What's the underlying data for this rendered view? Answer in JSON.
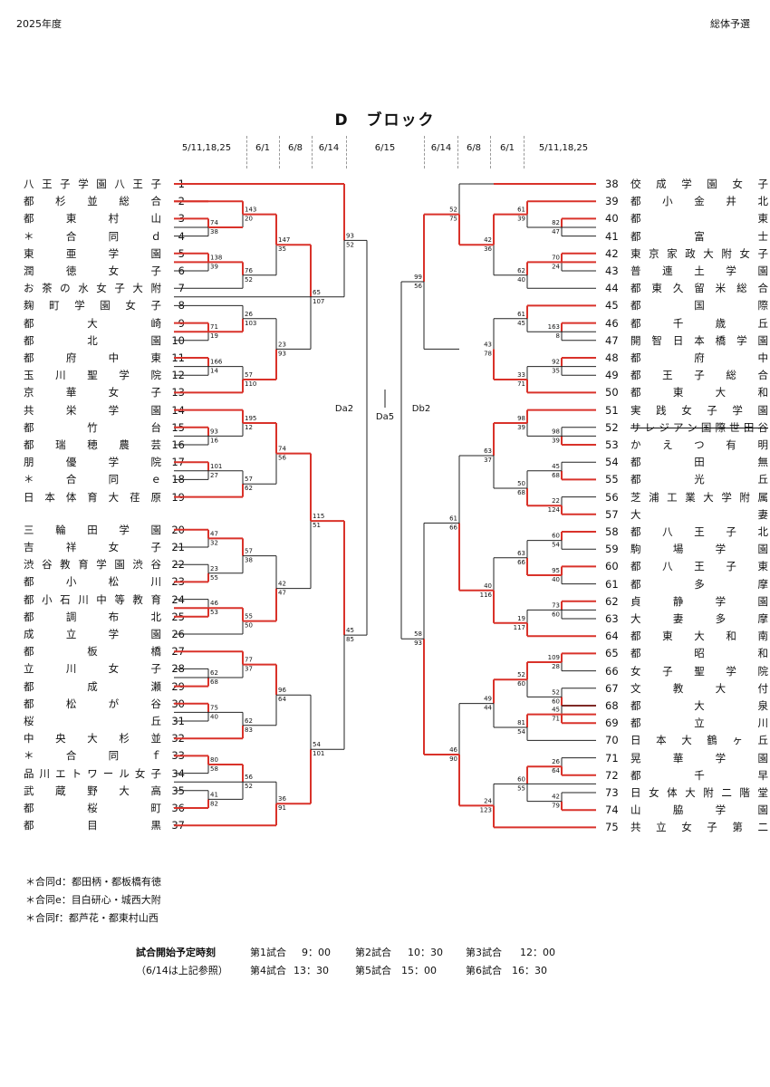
{
  "header": {
    "year": "2025年度",
    "event": "総体予選"
  },
  "title": "D　ブロック",
  "dates_left": [
    "5/11,18,25",
    "6/1",
    "6/8",
    "6/14"
  ],
  "dates_center": "6/15",
  "dates_right": [
    "6/14",
    "6/8",
    "6/1",
    "5/11,18,25"
  ],
  "teams_left": [
    {
      "no": "1",
      "name": "八王子学園八王子"
    },
    {
      "no": "2",
      "name": "都杉並総合"
    },
    {
      "no": "3",
      "name": "都東村山"
    },
    {
      "no": "4",
      "name": "＊合同ｄ"
    },
    {
      "no": "5",
      "name": "東亜学園"
    },
    {
      "no": "6",
      "name": "潤徳女子"
    },
    {
      "no": "7",
      "name": "お茶の水女子大附"
    },
    {
      "no": "8",
      "name": "麹町学園女子"
    },
    {
      "no": "9",
      "name": "都大崎"
    },
    {
      "no": "10",
      "name": "都北園"
    },
    {
      "no": "11",
      "name": "都府中東"
    },
    {
      "no": "12",
      "name": "玉川聖学院"
    },
    {
      "no": "13",
      "name": "京華女子"
    },
    {
      "no": "14",
      "name": "共栄学園"
    },
    {
      "no": "15",
      "name": "都竹台"
    },
    {
      "no": "16",
      "name": "都瑞穂農芸"
    },
    {
      "no": "17",
      "name": "朋優学院"
    },
    {
      "no": "18",
      "name": "＊合同ｅ"
    },
    {
      "no": "19",
      "name": "日本体育大荏原"
    },
    {
      "no": "20",
      "name": "三輪田学園"
    },
    {
      "no": "21",
      "name": "吉祥女子"
    },
    {
      "no": "22",
      "name": "渋谷教育学園渋谷"
    },
    {
      "no": "23",
      "name": "都小松川"
    },
    {
      "no": "24",
      "name": "都小石川中等教育"
    },
    {
      "no": "25",
      "name": "都調布北"
    },
    {
      "no": "26",
      "name": "成立学園"
    },
    {
      "no": "27",
      "name": "都板橋"
    },
    {
      "no": "28",
      "name": "立川女子"
    },
    {
      "no": "29",
      "name": "都成瀬"
    },
    {
      "no": "30",
      "name": "都松が谷"
    },
    {
      "no": "31",
      "name": "桜丘"
    },
    {
      "no": "32",
      "name": "中央大杉並"
    },
    {
      "no": "33",
      "name": "＊合同ｆ"
    },
    {
      "no": "34",
      "name": "品川エトワール女子"
    },
    {
      "no": "35",
      "name": "武蔵野大高"
    },
    {
      "no": "36",
      "name": "都桜町"
    },
    {
      "no": "37",
      "name": "都目黒"
    }
  ],
  "teams_right": [
    {
      "no": "38",
      "name": "佼成学園女子"
    },
    {
      "no": "39",
      "name": "都小金井北"
    },
    {
      "no": "40",
      "name": "都東"
    },
    {
      "no": "41",
      "name": "都富士"
    },
    {
      "no": "42",
      "name": "東京家政大附女子"
    },
    {
      "no": "43",
      "name": "普連土学園"
    },
    {
      "no": "44",
      "name": "都東久留米総合"
    },
    {
      "no": "45",
      "name": "都国際"
    },
    {
      "no": "46",
      "name": "都千歳丘"
    },
    {
      "no": "47",
      "name": "開智日本橋学園"
    },
    {
      "no": "48",
      "name": "都府中"
    },
    {
      "no": "49",
      "name": "都王子総合"
    },
    {
      "no": "50",
      "name": "都東大和"
    },
    {
      "no": "51",
      "name": "実践女子学園"
    },
    {
      "no": "52",
      "name": "サレジアン国際世田谷"
    },
    {
      "no": "53",
      "name": "かえつ有明"
    },
    {
      "no": "54",
      "name": "都田無"
    },
    {
      "no": "55",
      "name": "都光丘"
    },
    {
      "no": "56",
      "name": "芝浦工業大学附属"
    },
    {
      "no": "57",
      "name": "大妻"
    },
    {
      "no": "58",
      "name": "都八王子北"
    },
    {
      "no": "59",
      "name": "駒場学園"
    },
    {
      "no": "60",
      "name": "都八王子東"
    },
    {
      "no": "61",
      "name": "都多摩"
    },
    {
      "no": "62",
      "name": "貞静学園"
    },
    {
      "no": "63",
      "name": "大妻多摩"
    },
    {
      "no": "64",
      "name": "都東大和南"
    },
    {
      "no": "65",
      "name": "都昭和"
    },
    {
      "no": "66",
      "name": "女子聖学院"
    },
    {
      "no": "67",
      "name": "文教大付"
    },
    {
      "no": "68",
      "name": "都大泉"
    },
    {
      "no": "69",
      "name": "都立川"
    },
    {
      "no": "70",
      "name": "日本大鶴ヶ丘"
    },
    {
      "no": "71",
      "name": "晃華学園"
    },
    {
      "no": "72",
      "name": "都千早"
    },
    {
      "no": "73",
      "name": "日女体大附二階堂"
    },
    {
      "no": "74",
      "name": "山脇学園"
    },
    {
      "no": "75",
      "name": "共立女子第二"
    }
  ],
  "bracket_labels": {
    "da2": "Da2",
    "da5": "Da5",
    "db2": "Db2"
  },
  "matches_left": [
    {
      "s": [
        "74",
        "38"
      ]
    },
    {
      "s": [
        "143",
        "20"
      ]
    },
    {
      "s": [
        "147",
        "35"
      ]
    },
    {
      "s": [
        "138",
        "39"
      ]
    },
    {
      "s": [
        "76",
        "52"
      ]
    },
    {
      "s": [
        "26",
        "103"
      ]
    },
    {
      "s": [
        "71",
        "19"
      ]
    },
    {
      "s": [
        "23",
        "93"
      ]
    },
    {
      "s": [
        "166",
        "14"
      ]
    },
    {
      "s": [
        "57",
        "110"
      ]
    },
    {
      "s": [
        "65",
        "107"
      ]
    },
    {
      "s": [
        "93",
        "52"
      ]
    },
    {
      "s": [
        "195",
        "12"
      ]
    },
    {
      "s": [
        "93",
        "16"
      ]
    },
    {
      "s": [
        "74",
        "56"
      ]
    },
    {
      "s": [
        "101",
        "27"
      ]
    },
    {
      "s": [
        "57",
        "62"
      ]
    },
    {
      "s": [
        "47",
        "32"
      ]
    },
    {
      "s": [
        "57",
        "38"
      ]
    },
    {
      "s": [
        "23",
        "55"
      ]
    },
    {
      "s": [
        "46",
        "53"
      ]
    },
    {
      "s": [
        "55",
        "50"
      ]
    },
    {
      "s": [
        "42",
        "47"
      ]
    },
    {
      "s": [
        "115",
        "51"
      ]
    },
    {
      "s": [
        "77",
        "37"
      ]
    },
    {
      "s": [
        "62",
        "68"
      ]
    },
    {
      "s": [
        "75",
        "40"
      ]
    },
    {
      "s": [
        "62",
        "83"
      ]
    },
    {
      "s": [
        "96",
        "64"
      ]
    },
    {
      "s": [
        "80",
        "58"
      ]
    },
    {
      "s": [
        "41",
        "82"
      ]
    },
    {
      "s": [
        "56",
        "52"
      ]
    },
    {
      "s": [
        "36",
        "91"
      ]
    },
    {
      "s": [
        "54",
        "101"
      ]
    },
    {
      "s": [
        "45",
        "85"
      ]
    }
  ],
  "matches_right": [
    {
      "s": [
        "82",
        "47"
      ]
    },
    {
      "s": [
        "61",
        "39"
      ]
    },
    {
      "s": [
        "70",
        "24"
      ]
    },
    {
      "s": [
        "62",
        "40"
      ]
    },
    {
      "s": [
        "42",
        "36"
      ]
    },
    {
      "s": [
        "52",
        "75"
      ]
    },
    {
      "s": [
        "99",
        "56"
      ]
    },
    {
      "s": [
        "61",
        "45"
      ]
    },
    {
      "s": [
        "163",
        "8"
      ]
    },
    {
      "s": [
        "92",
        "35"
      ]
    },
    {
      "s": [
        "33",
        "71"
      ]
    },
    {
      "s": [
        "43",
        "78"
      ]
    },
    {
      "s": [
        "98",
        "39"
      ]
    },
    {
      "s": [
        "45",
        "68"
      ]
    },
    {
      "s": [
        "22",
        "124"
      ]
    },
    {
      "s": [
        "50",
        "68"
      ]
    },
    {
      "s": [
        "63",
        "37"
      ]
    },
    {
      "s": [
        "60",
        "54"
      ]
    },
    {
      "s": [
        "95",
        "40"
      ]
    },
    {
      "s": [
        "63",
        "66"
      ]
    },
    {
      "s": [
        "73",
        "60"
      ]
    },
    {
      "s": [
        "19",
        "117"
      ]
    },
    {
      "s": [
        "40",
        "116"
      ]
    },
    {
      "s": [
        "61",
        "66"
      ]
    },
    {
      "s": [
        "109",
        "28"
      ]
    },
    {
      "s": [
        "52",
        "60"
      ]
    },
    {
      "s": [
        "45",
        "71"
      ]
    },
    {
      "s": [
        "81",
        "54"
      ]
    },
    {
      "s": [
        "49",
        "44"
      ]
    },
    {
      "s": [
        "26",
        "64"
      ]
    },
    {
      "s": [
        "42",
        "79"
      ]
    },
    {
      "s": [
        "60",
        "55"
      ]
    },
    {
      "s": [
        "24",
        "123"
      ]
    },
    {
      "s": [
        "46",
        "90"
      ]
    },
    {
      "s": [
        "58",
        "93"
      ]
    }
  ],
  "notes": [
    "＊合同d：都田柄・都板橋有徳",
    "＊合同e：目白研心・城西大附",
    "＊合同f：都芦花・都東村山西"
  ],
  "schedule": {
    "title": "試合開始予定時刻",
    "subtitle": "（6/14は上記参照）",
    "slots": [
      {
        "label": "第1試合",
        "time": "9：00"
      },
      {
        "label": "第2試合",
        "time": "10：30"
      },
      {
        "label": "第3試合",
        "time": "12：00"
      },
      {
        "label": "第4試合",
        "time": "13：30"
      },
      {
        "label": "第5試合",
        "time": "15：00"
      },
      {
        "label": "第6試合",
        "time": "16：30"
      }
    ]
  }
}
